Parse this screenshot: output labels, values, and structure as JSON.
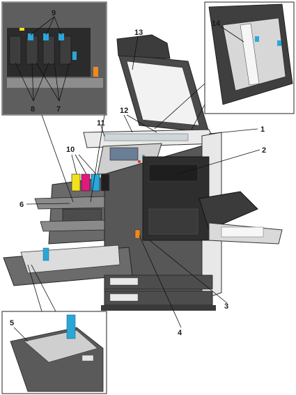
{
  "callouts": {
    "c1": "1",
    "c2": "2",
    "c3": "3",
    "c4": "4",
    "c5": "5",
    "c6": "6",
    "c7": "7",
    "c8": "8",
    "c9": "9",
    "c10": "10",
    "c11": "11",
    "c12": "12",
    "c13": "13",
    "c14": "14"
  },
  "colors": {
    "body": "#5a5a5a",
    "body_dark": "#2e2e2e",
    "panel_light": "#d8d8d8",
    "accent_blue": "#2aa7d8",
    "toner_yellow": "#f2e21b",
    "toner_magenta": "#e0197d",
    "toner_cyan": "#27a8df",
    "toner_black": "#1f1f1f",
    "lever_orange": "#f0891e"
  }
}
